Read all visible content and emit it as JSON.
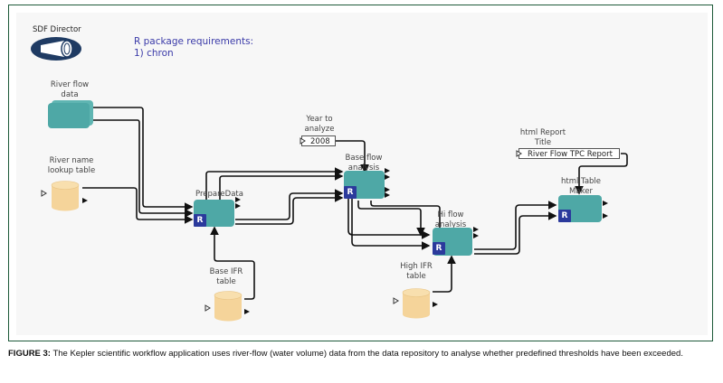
{
  "director": {
    "label": "SDF Director"
  },
  "note": {
    "lines": [
      "R package requirements:",
      "1) chron"
    ]
  },
  "nodes": {
    "river_flow_data": {
      "label_line1": "River flow",
      "label_line2": "data",
      "type": "dataset"
    },
    "river_name_lookup": {
      "label_line1": "River name",
      "label_line2": "lookup table",
      "type": "database"
    },
    "prepare_data": {
      "label": "PrepareData",
      "badge": "R",
      "type": "r-actor"
    },
    "base_ifr_table": {
      "label_line1": "Base IFR",
      "label_line2": "table",
      "type": "database"
    },
    "year_to_analyze": {
      "label_line1": "Year to",
      "label_line2": "analyze",
      "value": "2008",
      "type": "parameter"
    },
    "base_flow_analysis": {
      "label_line1": "Base flow",
      "label_line2": "analysis",
      "badge": "R",
      "type": "r-actor"
    },
    "hi_flow_analysis": {
      "label_line1": "Hi flow",
      "label_line2": "analysis",
      "badge": "R",
      "type": "r-actor"
    },
    "high_ifr_table": {
      "label_line1": "High IFR",
      "label_line2": "table",
      "type": "database"
    },
    "html_report_title": {
      "label_line1": "html Report",
      "label_line2": "Title",
      "value": "River Flow TPC Report",
      "type": "parameter"
    },
    "html_table_maker": {
      "label_line1": "html Table",
      "label_line2": "Maker",
      "badge": "R",
      "type": "r-actor"
    }
  },
  "caption": {
    "prefix": "FIGURE 3:",
    "text": " The Kepler scientific workflow application uses river-flow (water volume) data from the data repository to analyse whether predefined thresholds have been exceeded."
  },
  "colors": {
    "frame": "#1e5a3a",
    "actor": "#4ea8a6",
    "r_badge": "#2b3a9c",
    "database": "#f5d49a",
    "note_text": "#3a3aa8"
  }
}
